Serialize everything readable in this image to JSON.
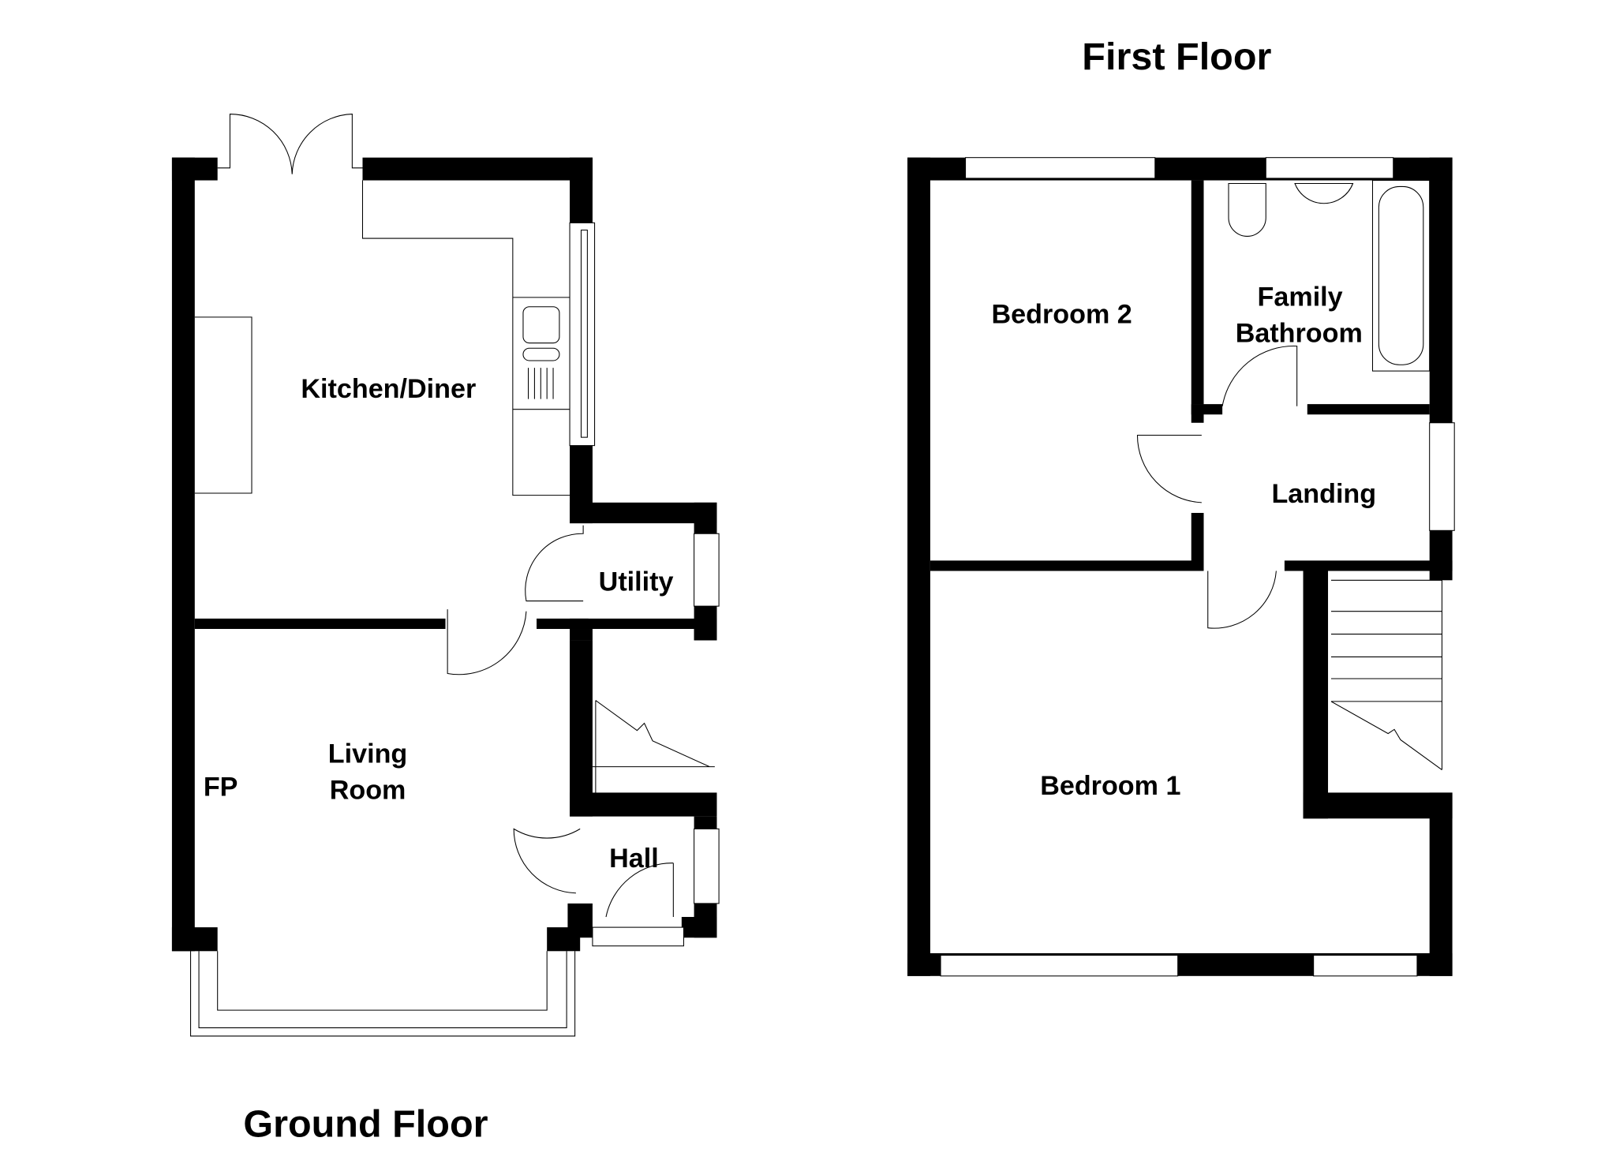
{
  "ground_floor": {
    "title": "Ground Floor",
    "rooms": {
      "kitchen": "Kitchen/Diner",
      "utility": "Utility",
      "living_line1": "Living",
      "living_line2": "Room",
      "fireplace": "FP",
      "hall": "Hall"
    }
  },
  "first_floor": {
    "title": "First Floor",
    "rooms": {
      "bedroom2": "Bedroom 2",
      "bathroom_line1": "Family",
      "bathroom_line2": "Bathroom",
      "landing": "Landing",
      "bedroom1": "Bedroom 1"
    }
  }
}
